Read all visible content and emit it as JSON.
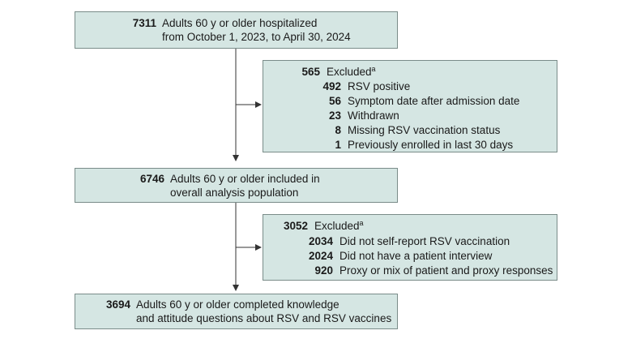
{
  "boxes": {
    "start": {
      "count": "7311",
      "line1": "Adults 60 y or older hospitalized",
      "line2": "from October 1, 2023, to April 30, 2024"
    },
    "exclusion1": {
      "count": "565",
      "label": "Excluded",
      "footnote": "a",
      "items": [
        {
          "count": "492",
          "label": "RSV positive"
        },
        {
          "count": "56",
          "label": "Symptom date after admission date"
        },
        {
          "count": "23",
          "label": "Withdrawn"
        },
        {
          "count": "8",
          "label": "Missing RSV vaccination status"
        },
        {
          "count": "1",
          "label": "Previously enrolled in last 30 days"
        }
      ]
    },
    "included": {
      "count": "6746",
      "line1": "Adults 60 y or older included in",
      "line2": "overall analysis population"
    },
    "exclusion2": {
      "count": "3052",
      "label": "Excluded",
      "footnote": "a",
      "items": [
        {
          "count": "2034",
          "label": "Did not self-report RSV vaccination"
        },
        {
          "count": "2024",
          "label": "Did not have a patient interview"
        },
        {
          "count": "920",
          "label": "Proxy or mix of patient and proxy responses"
        }
      ]
    },
    "final": {
      "count": "3694",
      "line1": "Adults 60 y or older completed knowledge",
      "line2": "and attitude questions about RSV and RSV vaccines"
    }
  },
  "colors": {
    "box_fill": "#d5e6e3",
    "box_border": "#7a8c89",
    "arrow": "#333333"
  }
}
